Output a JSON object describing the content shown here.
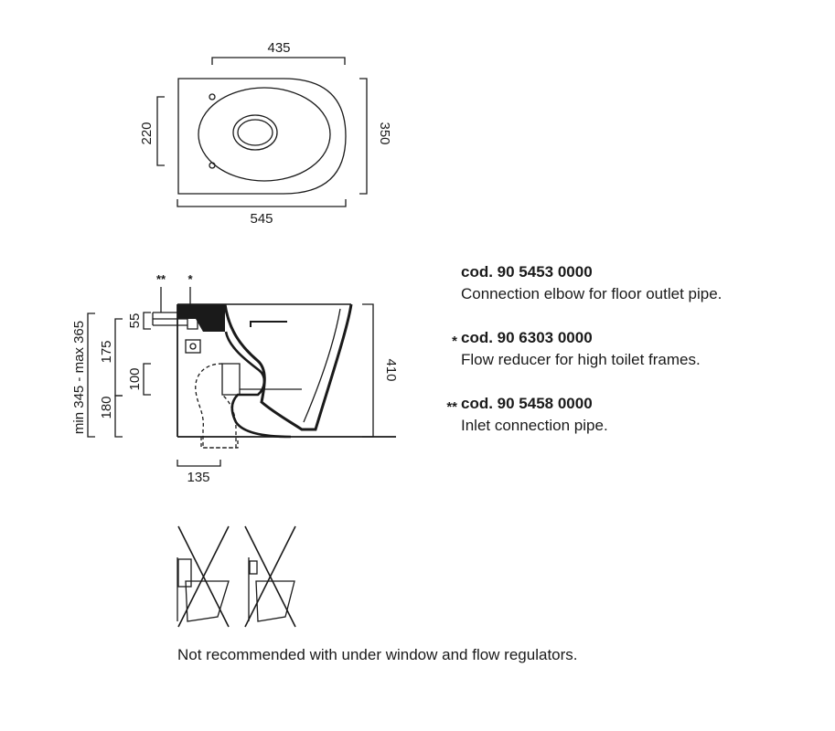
{
  "top_view": {
    "width_top": "435",
    "width_bottom": "545",
    "height_left": "220",
    "height_right": "350"
  },
  "side_view": {
    "marker_double": "**",
    "marker_single": "*",
    "dim_min_max": "min 345 - max 365",
    "dim_175": "175",
    "dim_180": "180",
    "dim_55": "55",
    "dim_100": "100",
    "dim_410": "410",
    "dim_135": "135"
  },
  "legend": [
    {
      "marker": "",
      "code": "cod. 90 5453 0000",
      "description": "Connection elbow for floor outlet pipe."
    },
    {
      "marker": "*",
      "code": "cod. 90 6303 0000",
      "description": "Flow reducer for high toilet frames."
    },
    {
      "marker": "**",
      "code": "cod. 90 5458 0000",
      "description": "Inlet connection pipe."
    }
  ],
  "footnote": "Not recommended with under window and flow regulators."
}
